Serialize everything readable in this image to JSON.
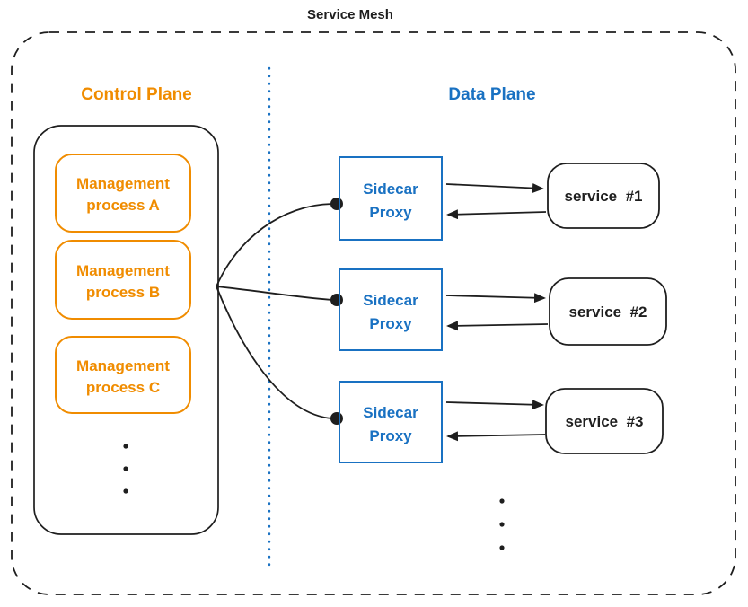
{
  "title": "Service Mesh",
  "colors": {
    "ink": "#1e1e1e",
    "orange": "#f08c00",
    "blue": "#1971c2",
    "background": "#ffffff"
  },
  "control_plane": {
    "label": "Control Plane",
    "processes": [
      {
        "line1": "Management",
        "line2": "process A"
      },
      {
        "line1": "Management",
        "line2": "process B"
      },
      {
        "line1": "Management",
        "line2": "process C"
      }
    ]
  },
  "data_plane": {
    "label": "Data Plane",
    "proxies": [
      {
        "line1": "Sidecar",
        "line2": "Proxy"
      },
      {
        "line1": "Sidecar",
        "line2": "Proxy"
      },
      {
        "line1": "Sidecar",
        "line2": "Proxy"
      }
    ],
    "services": [
      {
        "label": "service  #1"
      },
      {
        "label": "service  #2"
      },
      {
        "label": "service  #3"
      }
    ]
  }
}
